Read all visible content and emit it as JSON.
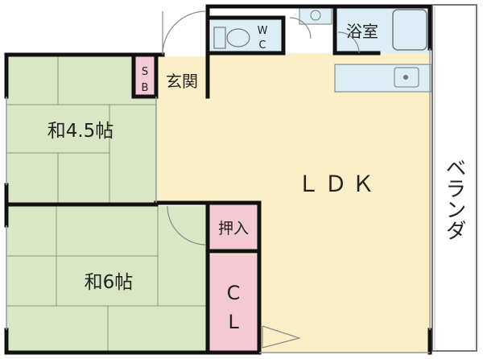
{
  "rooms": {
    "washitsu_45": "和4.5帖",
    "washitsu_6": "和6帖",
    "ldk": "ＬＤＫ",
    "bath": "浴室",
    "genkan": "玄関",
    "wc_top": "W",
    "wc_bottom": "C",
    "sb_top": "S",
    "sb_bottom": "B",
    "oshiire": "押入",
    "cl_top": "C",
    "cl_bottom": "L",
    "veranda": "ベランダ"
  },
  "colors": {
    "wall": "#111111",
    "tatami": "#d9e7c5",
    "floor": "#fbefc8",
    "wet": "#dceef5",
    "storage": "#f3c9d4",
    "veranda": "#ffffff",
    "line": "#9a9a9a"
  }
}
